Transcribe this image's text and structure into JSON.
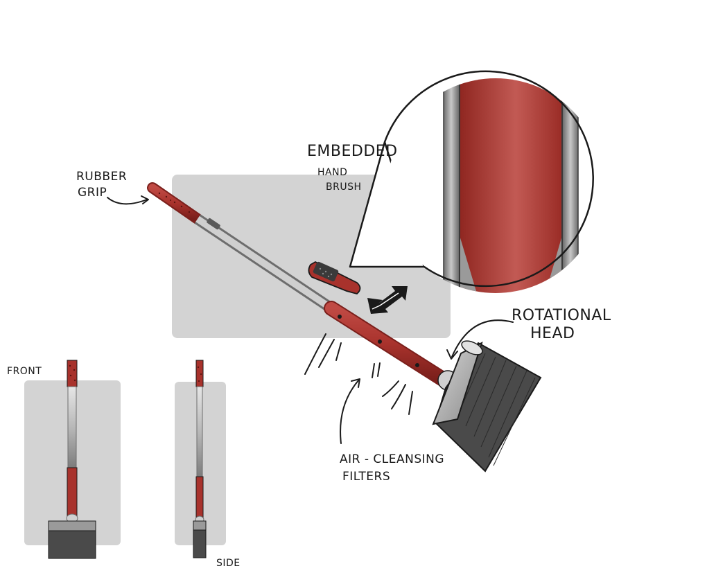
{
  "labels": {
    "rubber_grip_line1": "RUBBER",
    "rubber_grip_line2": "GRIP",
    "embedded_line1": "EMBEDDED",
    "embedded_line2": "HAND",
    "embedded_line3": "BRUSH",
    "rotational_line1": "ROTATIONAL",
    "rotational_line2": "HEAD",
    "air_line1": "AIR - CLEANSING",
    "air_line2": "FILTERS",
    "front": "FRONT",
    "side": "SIDE"
  },
  "colors": {
    "handle_red": "#a8322c",
    "handle_red_light": "#c04a44",
    "handle_grey": "#b8b8b8",
    "panel_grey": "#d3d3d3",
    "head_dark": "#4a4a4a",
    "head_light": "#b0b0b0",
    "ink": "#1a1a1a"
  },
  "icons": {
    "double_arrow": "double-arrow-icon",
    "hand_brush": "hand-brush-icon"
  }
}
